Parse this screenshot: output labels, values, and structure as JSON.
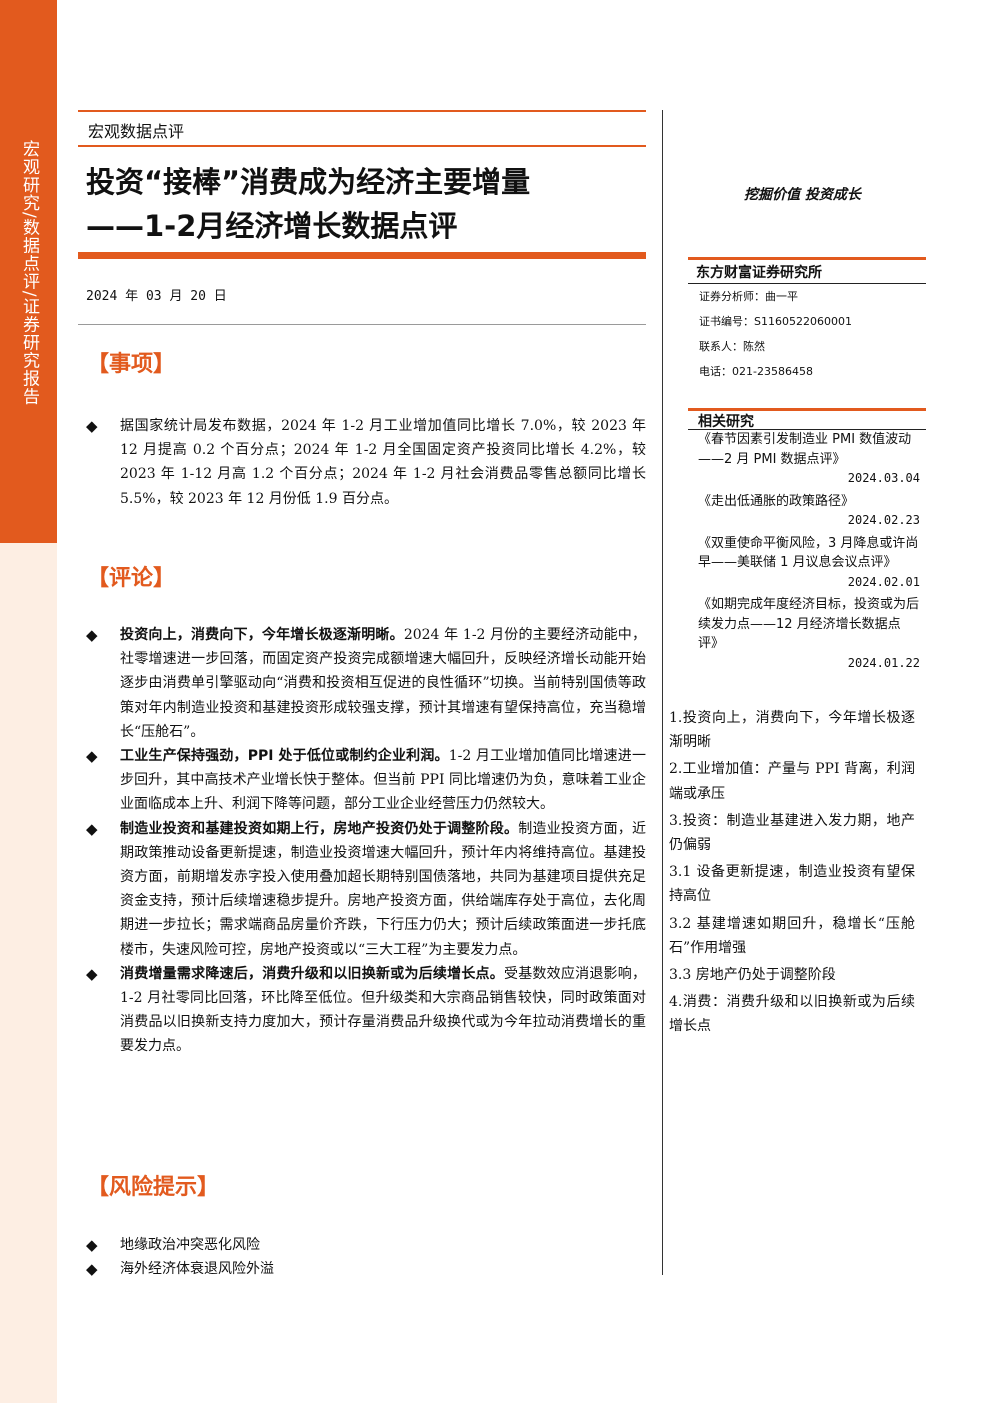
{
  "side_band": {
    "text": "宏观研究/数据点评/证券研究报告"
  },
  "header": {
    "category": "宏观数据点评",
    "title_line1": "投资“接棒”消费成为经济主要增量",
    "title_line2": "——1-2月经济增长数据点评",
    "slogan": "挖掘价值 投资成长",
    "date": "2024 年 03 月 20 日"
  },
  "sections": {
    "event": {
      "heading": "【事项】",
      "bullets": [
        "据国家统计局发布数据，2024 年 1-2 月工业增加值同比增长 7.0%，较 2023 年 12 月提高 0.2 个百分点；2024 年 1-2 月全国固定资产投资同比增长 4.2%，较 2023 年 1-12 月高 1.2 个百分点；2024 年 1-2 月社会消费品零售总额同比增长 5.5%，较 2023 年 12 月份低 1.9 百分点。"
      ]
    },
    "comment": {
      "heading": "【评论】",
      "bullets": [
        {
          "lead": "投资向上，消费向下，今年增长极逐渐明晰。",
          "text": "2024 年 1-2 月份的主要经济动能中，社零增速进一步回落，而固定资产投资完成额增速大幅回升，反映经济增长动能开始逐步由消费单引擎驱动向“消费和投资相互促进的良性循环”切换。当前特别国债等政策对年内制造业投资和基建投资形成较强支撑，预计其增速有望保持高位，充当稳增长“压舱石”。"
        },
        {
          "lead": "工业生产保持强劲，PPI 处于低位或制约企业利润。",
          "text": "1-2 月工业增加值同比增速进一步回升，其中高技术产业增长快于整体。但当前 PPI 同比增速仍为负，意味着工业企业面临成本上升、利润下降等问题，部分工业企业经营压力仍然较大。"
        },
        {
          "lead": "制造业投资和基建投资如期上行，房地产投资仍处于调整阶段。",
          "text": "制造业投资方面，近期政策推动设备更新提速，制造业投资增速大幅回升，预计年内将维持高位。基建投资方面，前期增发赤字投入使用叠加超长期特别国债落地，共同为基建项目提供充足资金支持，预计后续增速稳步提升。房地产投资方面，供给端库存处于高位，去化周期进一步拉长；需求端商品房量价齐跌，下行压力仍大；预计后续政策面进一步托底楼市，失速风险可控，房地产投资或以“三大工程”为主要发力点。"
        },
        {
          "lead": "消费增量需求降速后，消费升级和以旧换新或为后续增长点。",
          "text": "受基数效应消退影响，1-2 月社零同比回落，环比降至低位。但升级类和大宗商品销售较快，同时政策面对消费品以旧换新支持力度加大，预计存量消费品升级换代或为今年拉动消费增长的重要发力点。"
        }
      ]
    },
    "risk": {
      "heading": "【风险提示】",
      "bullets": [
        "地缘政治冲突恶化风险",
        "海外经济体衰退风险外溢"
      ]
    }
  },
  "sidebar": {
    "org_name": "东方财富证券研究所",
    "analyst": "证券分析师：曲一平",
    "cert": "证书编号：S1160522060001",
    "contact": "联系人：陈然",
    "phone": "电话：021-23586458",
    "related_heading": "相关研究",
    "related": [
      {
        "title": "《春节因素引发制造业 PMI 数值波动——2 月 PMI 数据点评》",
        "date": "2024.03.04"
      },
      {
        "title": "《走出低通胀的政策路径》",
        "date": "2024.02.23"
      },
      {
        "title": "《双重使命平衡风险，3 月降息或许尚早——美联储 1 月议息会议点评》",
        "date": "2024.02.01"
      },
      {
        "title": "《如期完成年度经济目标，投资或为后续发力点——12 月经济增长数据点评》",
        "date": "2024.01.22"
      }
    ],
    "key_points": [
      "1.投资向上，消费向下，今年增长极逐渐明晰",
      "2.工业增加值：产量与 PPI 背离，利润端或承压",
      "3.投资：制造业基建进入发力期，地产仍偏弱",
      "3.1 设备更新提速，制造业投资有望保持高位",
      "3.2 基建增速如期回升，稳增长“压舱石”作用增强",
      "3.3 房地产仍处于调整阶段",
      "4.消费：消费升级和以旧换新或为后续增长点"
    ]
  },
  "colors": {
    "accent": "#e25a1e",
    "band_light": "#fdeee3"
  }
}
